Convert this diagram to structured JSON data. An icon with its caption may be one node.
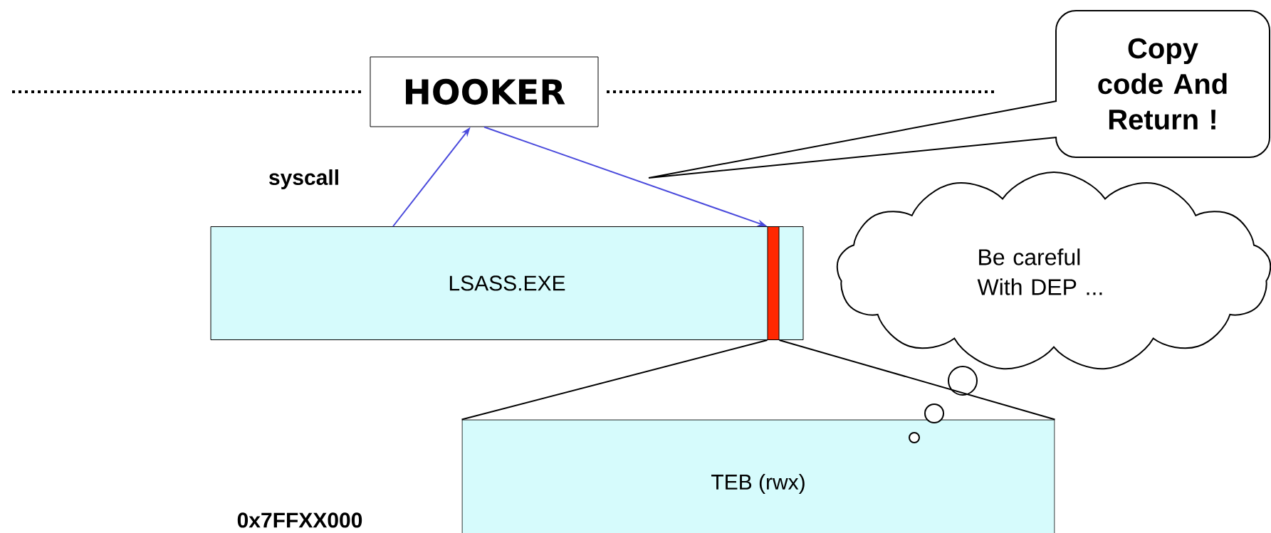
{
  "diagram": {
    "nodes": [
      {
        "text": [
          "HOOKER"
        ]
      },
      {
        "text": [
          "LSASS.EXE"
        ]
      },
      {
        "text": [],
        "shape": "bar",
        "in": 1
      },
      {
        "text": [
          "TEB (rwx)"
        ]
      },
      {
        "text": [
          "Copy code And Return !"
        ]
      },
      {
        "text": [
          "Be careful With DEP ..."
        ]
      }
    ],
    "edges": [
      {
        "from": 1,
        "to": 0,
        "arrow": "to",
        "color": "#4a4adc"
      },
      {
        "from": 0,
        "to": 2,
        "arrow": "to",
        "color": "#4a4adc"
      },
      {
        "from": 2,
        "to": 3,
        "arrow": "none",
        "color": "#000000"
      },
      {
        "from": 2,
        "to": 3,
        "arrow": "none",
        "color": "#000000"
      }
    ],
    "labels": [
      "syscall",
      "0x7FFXX000"
    ]
  }
}
